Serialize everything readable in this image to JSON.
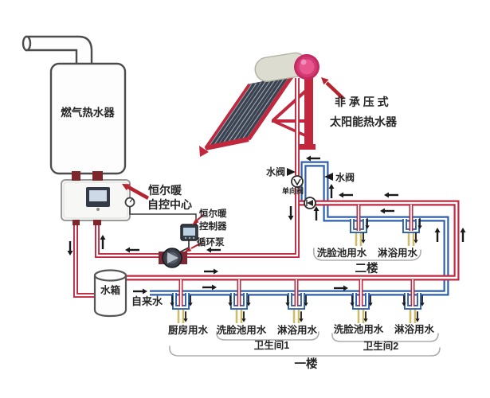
{
  "colors": {
    "hot_pipe": "#c02940",
    "cold_pipe": "#2d5fae",
    "tap_line": "#cdbd6b",
    "annotation_arrow": "#b5242f"
  },
  "gas_heater": {
    "label": "燃气热水器"
  },
  "control_center": {
    "line1": "恒尔暖",
    "line2": "自控中心"
  },
  "controller": {
    "line1": "恒尔暖",
    "line2": "控制器"
  },
  "pump": {
    "label": "循环泵"
  },
  "tank": {
    "label": "水箱"
  },
  "solar_heater": {
    "line1": "非 承 压 式",
    "line2": "太阳能热水器"
  },
  "valves": {
    "left_water_valve": "水阀",
    "right_water_valve": "水阀",
    "check_valve": "单向阀"
  },
  "water_supply": {
    "label": "自来水"
  },
  "floor2": {
    "taps": [
      "洗脸池用水",
      "淋浴用水"
    ],
    "label": "二楼"
  },
  "floor1": {
    "taps": [
      "厨房用水",
      "洗脸池用水",
      "淋浴用水",
      "洗脸池用水",
      "淋浴用水"
    ],
    "bathroom1": "卫生间1",
    "bathroom2": "卫生间2",
    "label": "一楼"
  }
}
